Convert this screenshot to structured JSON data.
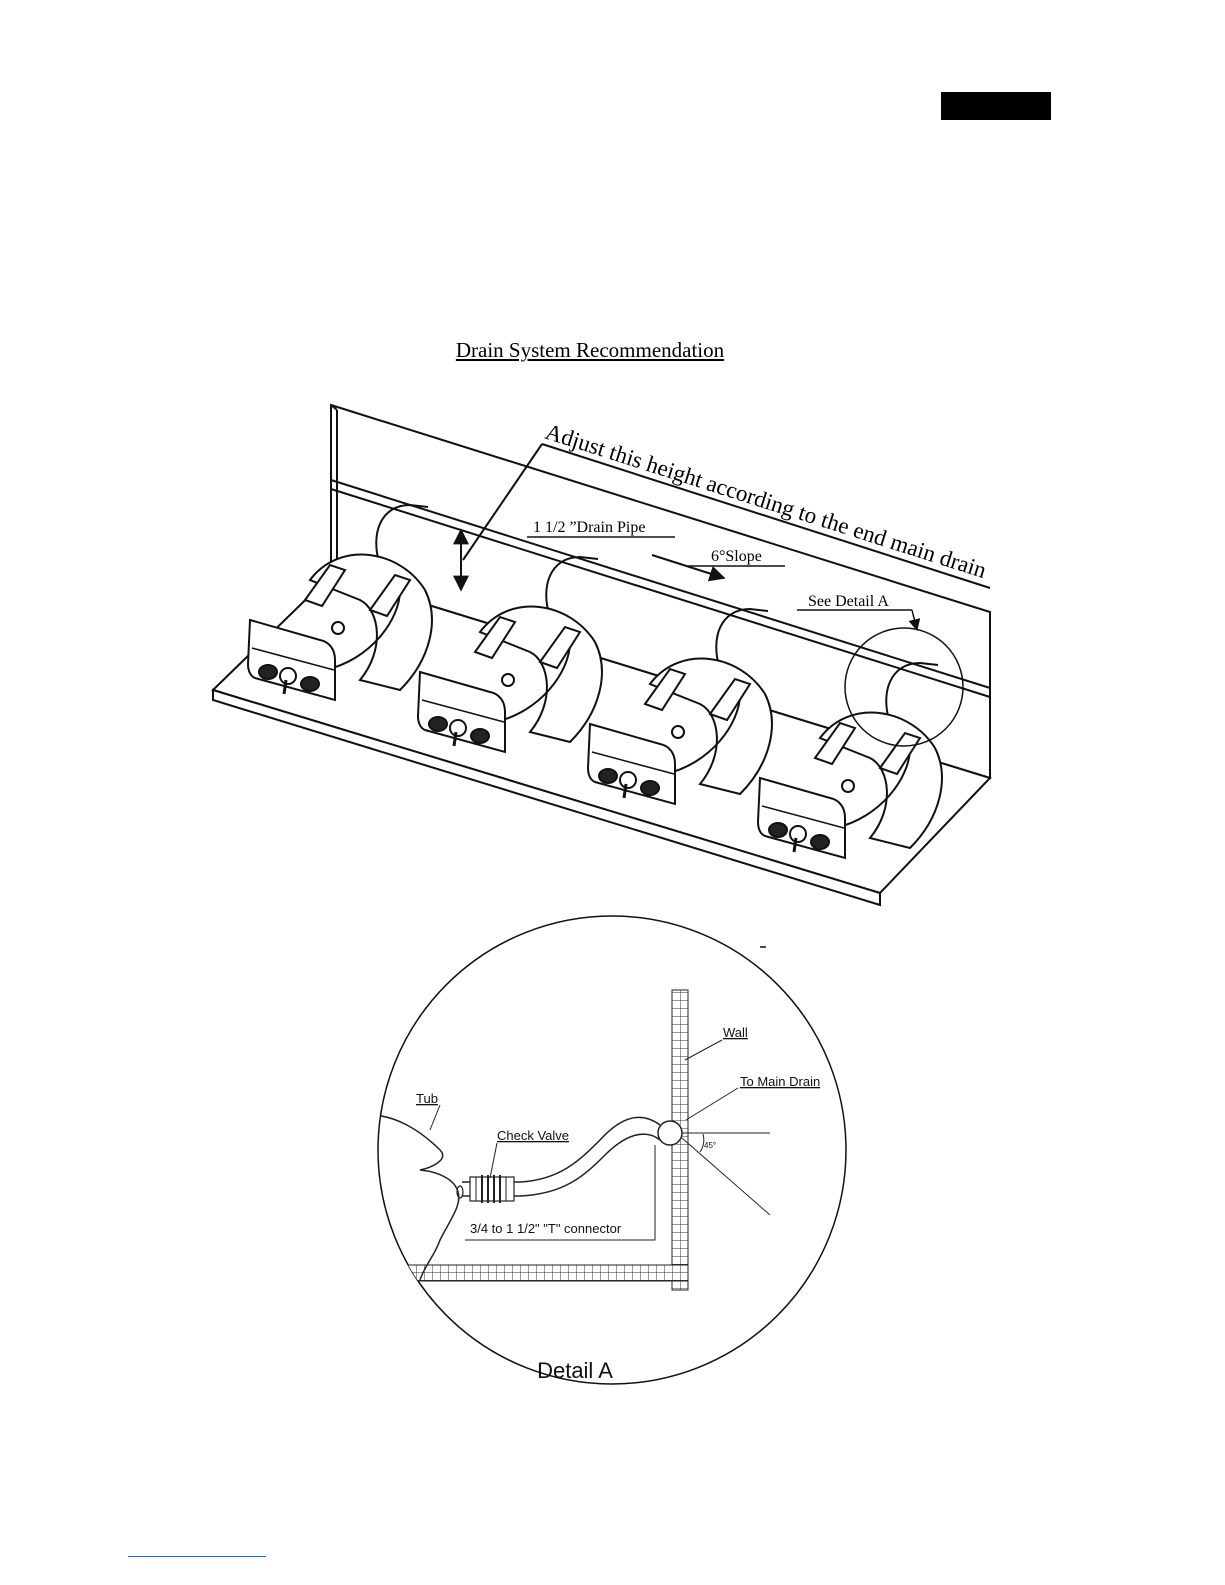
{
  "page": {
    "title": "Drain System Recommendation"
  },
  "main_diagram": {
    "labels": {
      "adjust_height": "Adjust this height according to the end main drain",
      "drain_pipe": "1 1/2 ”Drain Pipe",
      "slope": "6°Slope",
      "see_detail": "See Detail A"
    },
    "tub_count": 4
  },
  "detail_a": {
    "caption": "Detail A",
    "labels": {
      "wall": "Wall",
      "to_main_drain": "To Main Drain",
      "tub": "Tub",
      "check_valve": "Check Valve",
      "angle": "45°",
      "connector": "3/4 to 1 1/2\" \"T\" connector"
    }
  },
  "colors": {
    "line": "#111111",
    "background": "#ffffff",
    "footer_link": "#3060c0"
  }
}
